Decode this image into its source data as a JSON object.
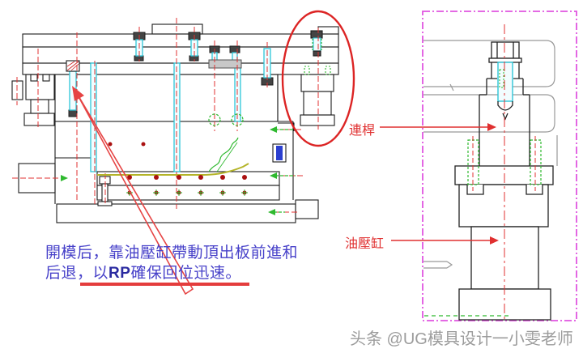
{
  "annotation": {
    "line1": "開模后，靠油壓缸帶動頂出板前進和",
    "line2_pre": "后退，以",
    "line2_rp": "RP",
    "line2_post": "確保回位迅速。"
  },
  "labels": {
    "connecting_rod": "連桿",
    "hydraulic_cylinder": "油壓缸"
  },
  "watermark": "头条 @UG模具设计一小雯老师",
  "colors": {
    "annotation_red": "#e03030",
    "text_blue": "#4741c9",
    "drawing_black": "#1c1c1c",
    "bolt_cyan": "#2ec6d8",
    "detail_green": "#2fb92f",
    "detail_border_magenta": "#e056e0",
    "background_plate_gray": "#999999",
    "stripper_yellow": "#b4b428",
    "watermark_gray": "#9c9c9c"
  },
  "icons": {
    "callout_ellipse": "red-highlight-ellipse",
    "callout_arrow": "red-leader-arrow"
  }
}
